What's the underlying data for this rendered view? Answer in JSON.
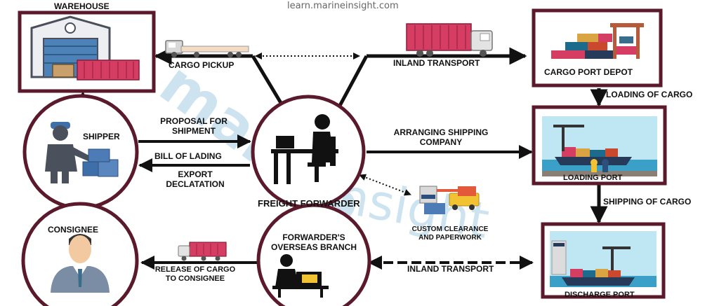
{
  "site": "learn.marineinsight.com",
  "watermark": [
    "marine",
    "insight"
  ],
  "colors": {
    "frame": "#5b1a2c",
    "arrow": "#111111",
    "container": "#d63d63",
    "sea": "#3aa0c8",
    "sky": "#bfe6f3"
  },
  "nodes": {
    "warehouse": "WAREHOUSE",
    "cargo_port_depot": "CARGO PORT DEPOT",
    "loading_port": "LOADING PORT",
    "discharge_port": "DISCHARGE PORT",
    "shipper": "SHIPPER",
    "freight_forwarder": "FREIGHT FORWARDER",
    "consignee": "CONSIGNEE",
    "overseas_branch": [
      "FORWARDER'S",
      "OVERSEAS BRANCH"
    ],
    "custom_clearance": [
      "CUSTOM CLEARANCE",
      "AND PAPERWORK"
    ]
  },
  "edges": {
    "cargo_pickup": "CARGO PICKUP",
    "inland_transport_top": "INLAND TRANSPORT",
    "loading_of_cargo": "LOADING OF CARGO",
    "proposal": [
      "PROPOSAL FOR",
      "SHIPMENT"
    ],
    "bill_of_lading": "BILL OF LADING",
    "export_declaration": [
      "EXPORT",
      "DECLATATION"
    ],
    "arranging_shipping": [
      "ARRANGING SHIPPING",
      "COMPANY"
    ],
    "shipping_of_cargo": "SHIPPING OF CARGO",
    "inland_transport_bottom": "INLAND TRANSPORT",
    "release_of_cargo": [
      "RELEASE OF CARGO",
      "TO CONSIGNEE"
    ]
  },
  "icons": {
    "warehouse": "warehouse-icon",
    "truck_pickup": "empty-trailer-truck-icon",
    "truck_inland": "container-truck-icon",
    "port_depot": "container-yard-crane-icon",
    "loading_port": "port-ship-crane-icon",
    "discharge_port": "port-ship-crane-icon",
    "shipper": "worker-with-boxes-icon",
    "freight_forwarder": "person-at-desk-icon",
    "custom_clearance": "customs-checkpoint-icon",
    "consignee": "businessman-icon",
    "overseas_branch": "person-at-laptop-icon",
    "truck_release": "container-truck-icon"
  }
}
